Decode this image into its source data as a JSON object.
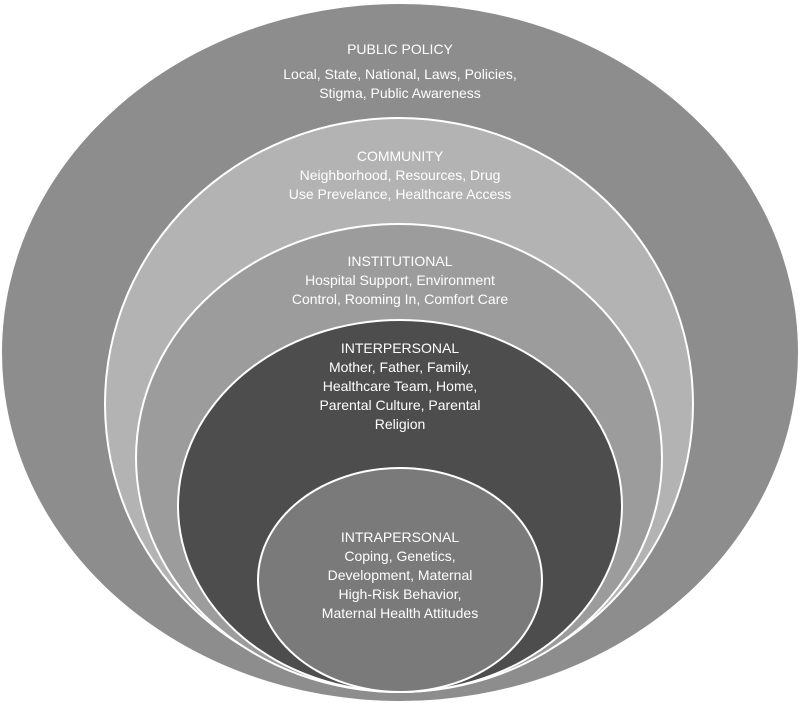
{
  "diagram": {
    "levels": [
      {
        "title": "PUBLIC POLICY",
        "description_lines": [
          "Local, State, National, Laws, Policies,",
          "Stigma, Public Awareness"
        ],
        "fill": "#8d8d8d"
      },
      {
        "title": "COMMUNITY",
        "description_lines": [
          "Neighborhood, Resources, Drug",
          "Use Prevelance, Healthcare Access"
        ],
        "fill": "#b3b3b3"
      },
      {
        "title": "INSTITUTIONAL",
        "description_lines": [
          "Hospital Support, Environment",
          "Control, Rooming In, Comfort Care"
        ],
        "fill": "#9c9c9c"
      },
      {
        "title": "INTERPERSONAL",
        "description_lines": [
          "Mother, Father, Family,",
          "Healthcare Team, Home,",
          "Parental Culture, Parental",
          "Religion"
        ],
        "fill": "#4d4d4d"
      },
      {
        "title": "INTRAPERSONAL",
        "description_lines": [
          "Coping, Genetics,",
          "Development, Maternal",
          "High-Risk Behavior,",
          "Maternal Health Attitudes"
        ],
        "fill": "#7a7a7a"
      }
    ]
  }
}
